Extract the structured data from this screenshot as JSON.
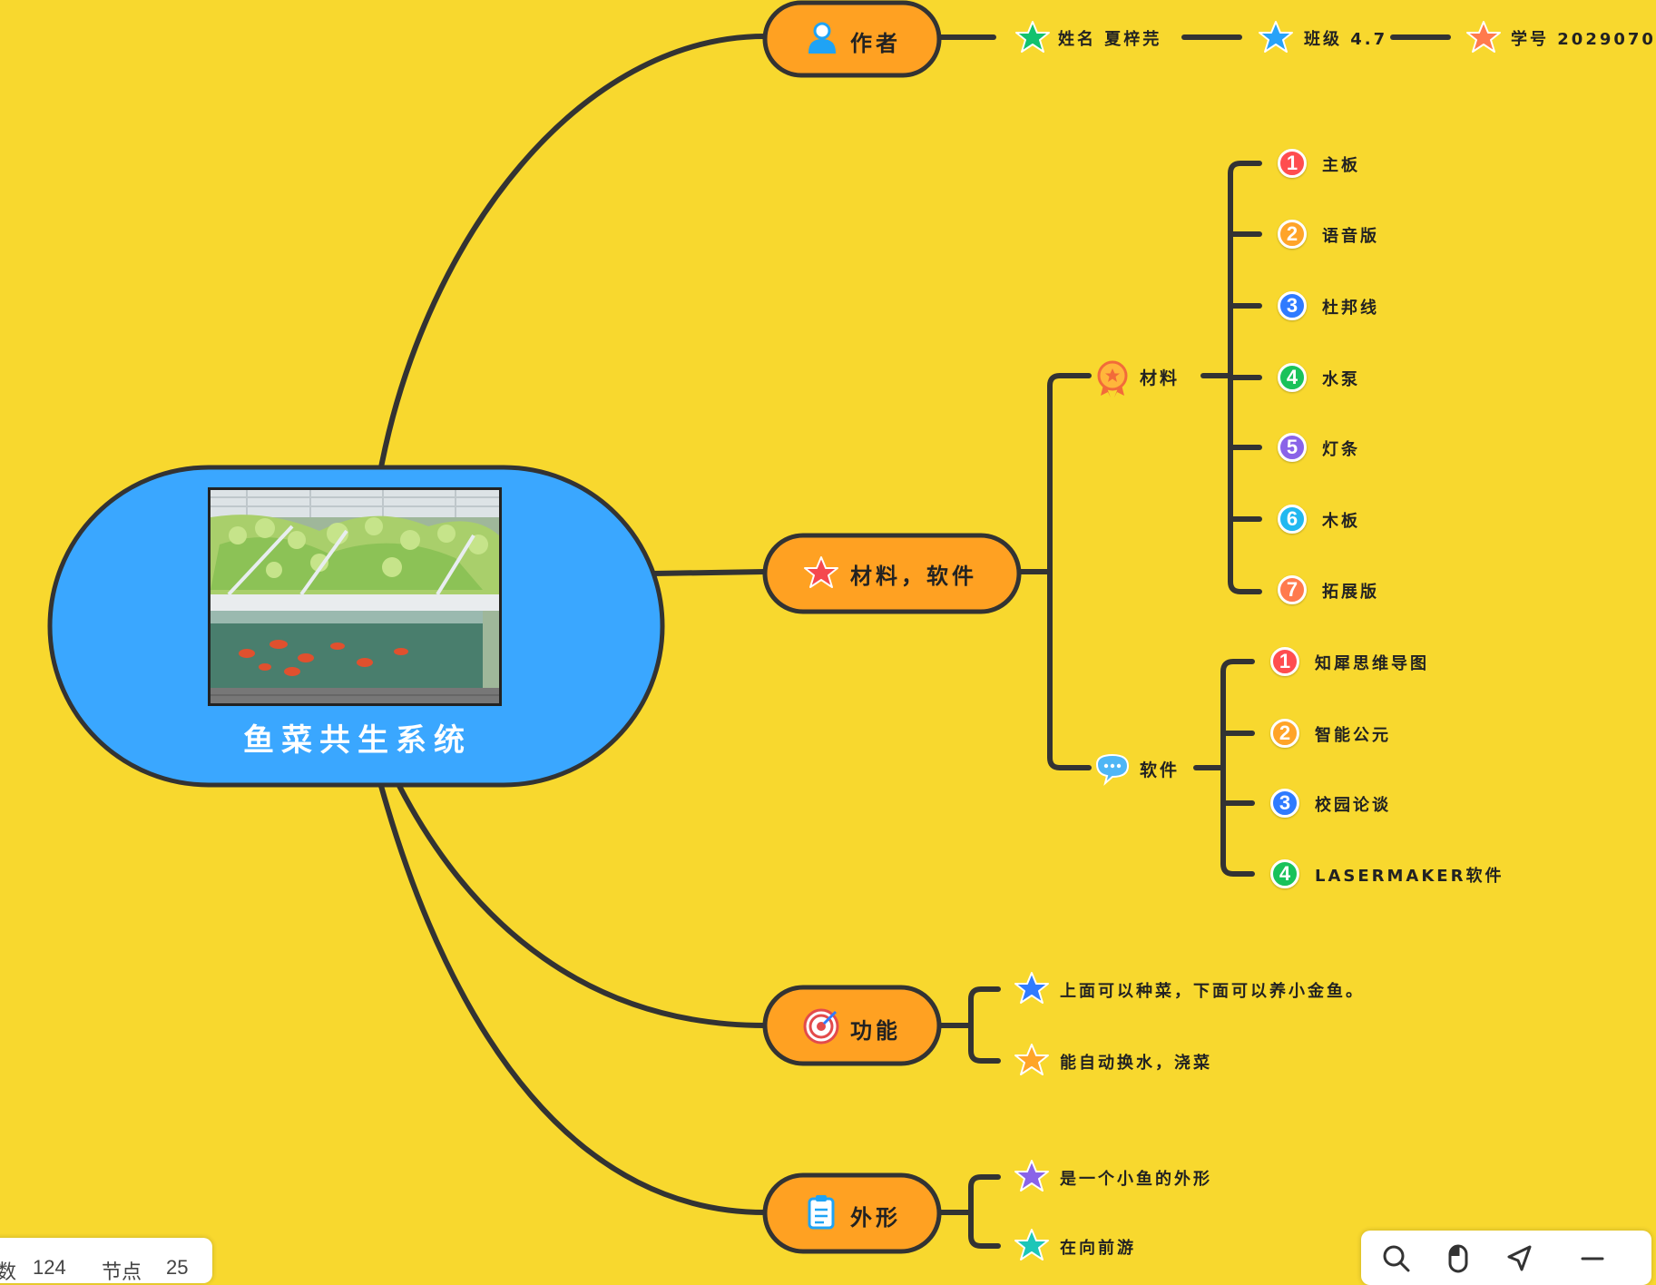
{
  "root": {
    "title": "鱼菜共生系统",
    "image_alt": "aquaponics greenhouse photo",
    "color": "#3AA7FF"
  },
  "branches": {
    "author": {
      "label": "作者",
      "icon": "user-icon",
      "items": [
        "姓名 夏梓芫",
        "班级 4.7",
        "学号 2029070"
      ]
    },
    "materials_software": {
      "label": "材料，软件",
      "icon": "star-icon",
      "materials": {
        "label": "材料",
        "icon": "medal-icon",
        "items": [
          "主板",
          "语音版",
          "杜邦线",
          "水泵",
          "灯条",
          "木板",
          "拓展版"
        ]
      },
      "software": {
        "label": "软件",
        "icon": "chat-bubble-icon",
        "items": [
          "知犀思维导图",
          "智能公元",
          "校园论谈",
          "LASERMAKER软件"
        ]
      }
    },
    "function": {
      "label": "功能",
      "icon": "target-icon",
      "items": [
        "上面可以种菜，下面可以养小金鱼。",
        "能自动换水，浇菜"
      ]
    },
    "shape": {
      "label": "外形",
      "icon": "clipboard-icon",
      "items": [
        "是一个小鱼的外形",
        "在向前游"
      ]
    }
  },
  "status_bar": {
    "words_label": "数",
    "words_value": "124",
    "nodes_label": "节点",
    "nodes_value": "25"
  },
  "toolbar": {
    "search": "search-icon",
    "mouse": "mouse-icon",
    "send": "send-icon",
    "zoom_out": "minus-icon"
  },
  "colors": {
    "background": "#F8D82E",
    "branch_node": "#FFA122",
    "line": "#333333",
    "badges": [
      "#FF4D4F",
      "#FFA428",
      "#2F7BFF",
      "#19C25A",
      "#8A63E8",
      "#22B8F0",
      "#FF7A4D"
    ]
  }
}
